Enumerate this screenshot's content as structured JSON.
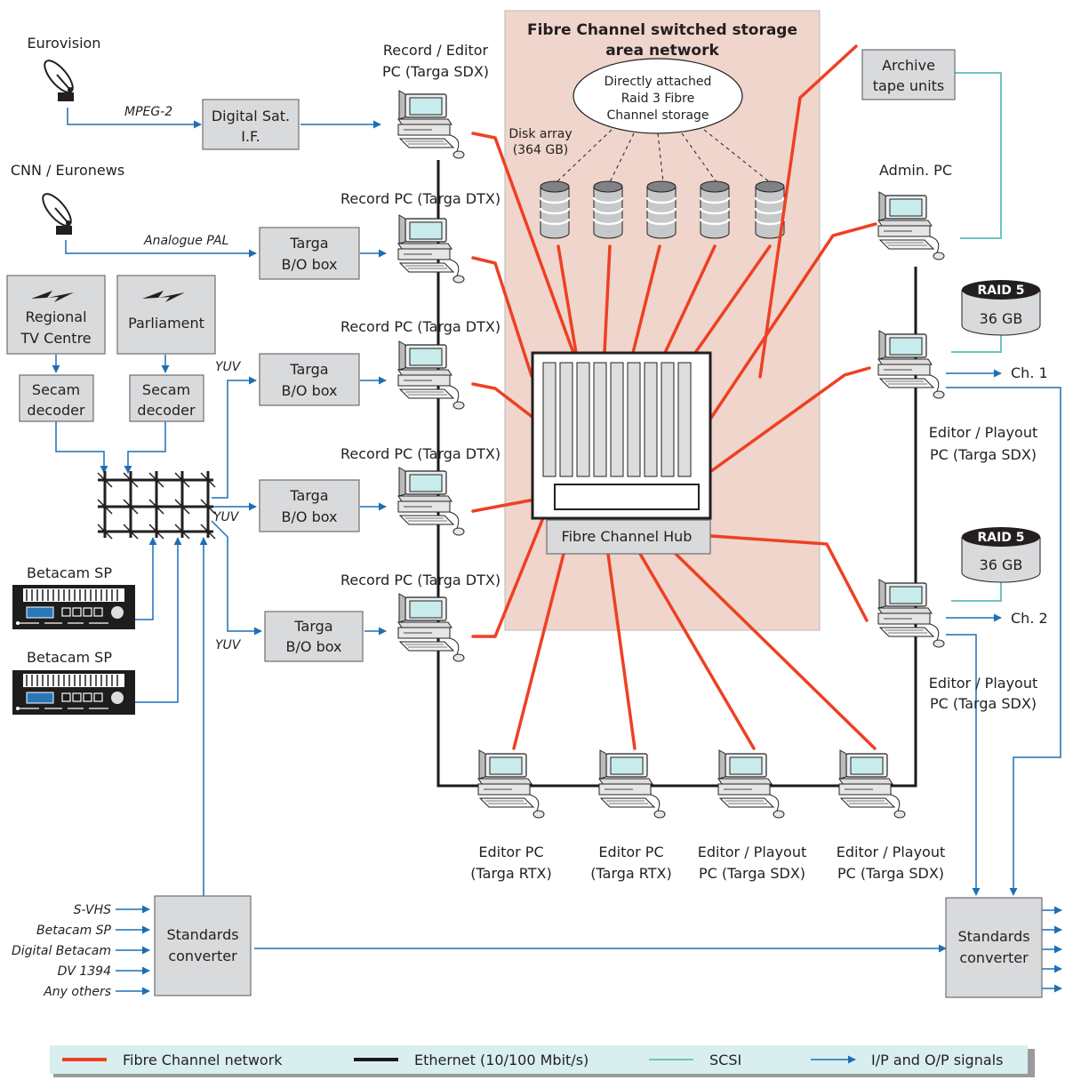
{
  "san": {
    "title_line1": "Fibre Channel switched storage",
    "title_line2": "area network",
    "storage_line1": "Directly attached",
    "storage_line2": "Raid 3 Fibre",
    "storage_line3": "Channel storage",
    "disk_line1": "Disk array",
    "disk_line2": "(364 GB)",
    "hub": "Fibre Channel Hub"
  },
  "sources": {
    "eurovision": "Eurovision",
    "cnn": "CNN / Euronews",
    "regional_line1": "Regional",
    "regional_line2": "TV Centre",
    "parliament": "Parliament",
    "secam_line1": "Secam",
    "secam_line2": "decoder",
    "betacam": "Betacam SP"
  },
  "signals": {
    "mpeg2": "MPEG-2",
    "pal": "Analogue PAL",
    "yuv": "YUV"
  },
  "boxes": {
    "digital_sat_line1": "Digital Sat.",
    "digital_sat_line2": "I.F.",
    "targa_line1": "Targa",
    "targa_line2": "B/O box",
    "archive_line1": "Archive",
    "archive_line2": "tape units",
    "standards_line1": "Standards",
    "standards_line2": "converter"
  },
  "pcs": {
    "record_editor_line1": "Record / Editor",
    "record_editor_line2": "PC (Targa SDX)",
    "record_dtx": "Record PC (Targa DTX)",
    "admin": "Admin. PC",
    "editor_playout_line1": "Editor / Playout",
    "editor_playout_line2": "PC (Targa SDX)",
    "editor_pc_line1": "Editor PC",
    "editor_pc_line2": "(Targa RTX)"
  },
  "raid": {
    "label": "RAID 5",
    "size": "36 GB"
  },
  "outputs": {
    "ch1": "Ch. 1",
    "ch2": "Ch. 2"
  },
  "inputs": [
    "S-VHS",
    "Betacam SP",
    "Digital Betacam",
    "DV 1394",
    "Any others"
  ],
  "legend": {
    "fibre": "Fibre Channel network",
    "ethernet": "Ethernet (10/100 Mbit/s)",
    "scsi": "SCSI",
    "signals": "I/P and O/P signals"
  },
  "colors": {
    "fibre": "#ee4023",
    "ethernet": "#1a1a1a",
    "scsi": "#6fc4bf",
    "signal": "#1c6fb5",
    "san_bg": "#efd5cb",
    "legend_bg": "#d9efef"
  }
}
